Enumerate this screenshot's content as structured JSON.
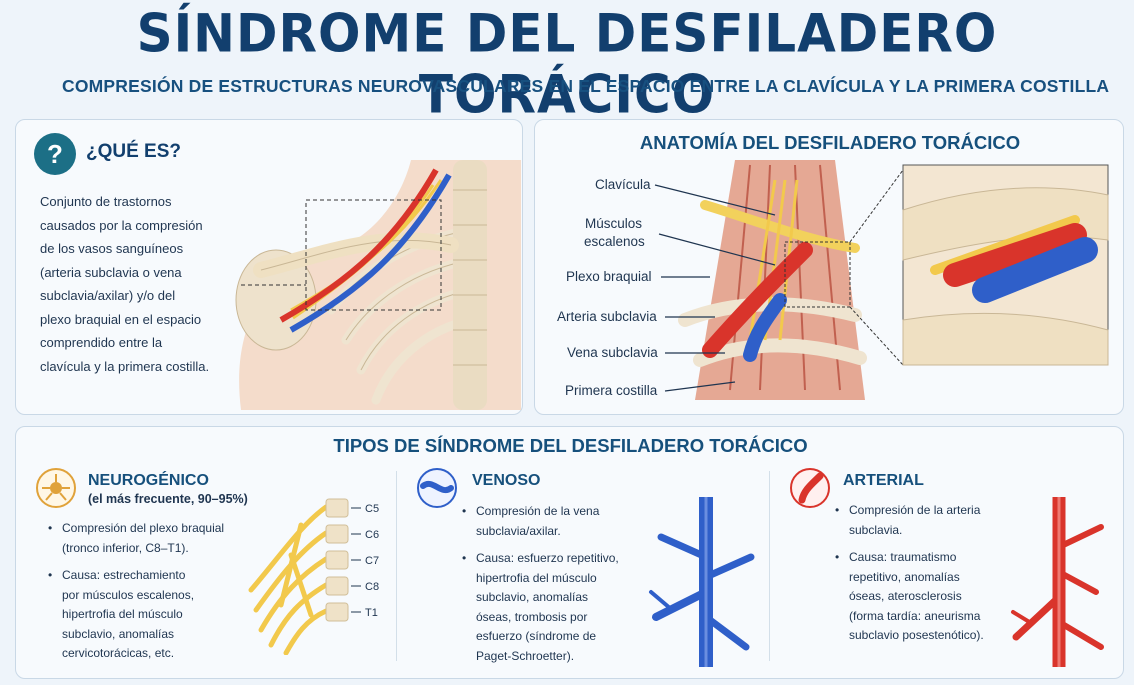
{
  "header": {
    "title": "SÍNDROME DEL DESFILADERO TORÁCICO",
    "subtitle": "COMPRESIÓN DE ESTRUCTURAS NEUROVASCULARES EN EL ESPACIO ENTRE LA CLAVÍCULA Y LA PRIMERA COSTILLA"
  },
  "que_es": {
    "icon": "question-icon",
    "icon_glyph": "?",
    "title": "¿QUÉ ES?",
    "lines": [
      "Conjunto de trastornos",
      "causados por la compresión",
      "de los vasos sanguíneos",
      "(arteria subclavia o vena",
      "subclavia/axilar) y/o del",
      "plexo braquial en el espacio",
      "comprendido entre la",
      "clavícula y la primera costilla."
    ]
  },
  "anatomia": {
    "title": "ANATOMÍA DEL DESFILADERO TORÁCICO",
    "labels": {
      "clavicula": "Clavícula",
      "musculos_1": "Músculos",
      "musculos_2": "escalenos",
      "plexo": "Plexo braquial",
      "arteria": "Arteria subclavia",
      "vena": "Vena subclavia",
      "costilla": "Primera costilla"
    }
  },
  "tipos": {
    "title": "TIPOS DE SÍNDROME DEL DESFILADERO TORÁCICO",
    "neurogenico": {
      "icon": "neuron-icon",
      "title": "NEUROGÉNICO",
      "subtitle": "(el más frecuente, 90–95%)",
      "bullets": [
        [
          "Compresión del plexo braquial",
          "(tronco inferior, C8–T1)."
        ],
        [
          "Causa: estrechamiento",
          "por músculos escalenos,",
          "hipertrofia del músculo",
          "subclavio, anomalías",
          "cervicotorácicas, etc."
        ]
      ],
      "roots": [
        "C5",
        "C6",
        "C7",
        "C8",
        "T1"
      ]
    },
    "venoso": {
      "icon": "vein-icon",
      "title": "VENOSO",
      "bullets": [
        [
          "Compresión de la vena",
          "subclavia/axilar."
        ],
        [
          "Causa: esfuerzo repetitivo,",
          "hipertrofia del músculo",
          "subclavio, anomalías",
          "óseas, trombosis por",
          "esfuerzo (síndrome de",
          "Paget-Schroetter)."
        ]
      ]
    },
    "arterial": {
      "icon": "artery-icon",
      "title": "ARTERIAL",
      "bullets": [
        [
          "Compresión de la arteria",
          "subclavia."
        ],
        [
          "Causa: traumatismo",
          "repetitivo, anomalías",
          "óseas, aterosclerosis",
          "(forma tardía: aneurisma",
          "subclavio posestenótico)."
        ]
      ]
    }
  },
  "colors": {
    "title": "#123f6e",
    "teal": "#1c6f86",
    "artery": "#d9342b",
    "vein": "#2f5fc9",
    "nerve": "#f2c94c",
    "bone": "#efe1c6",
    "muscle": "#d9897a"
  }
}
